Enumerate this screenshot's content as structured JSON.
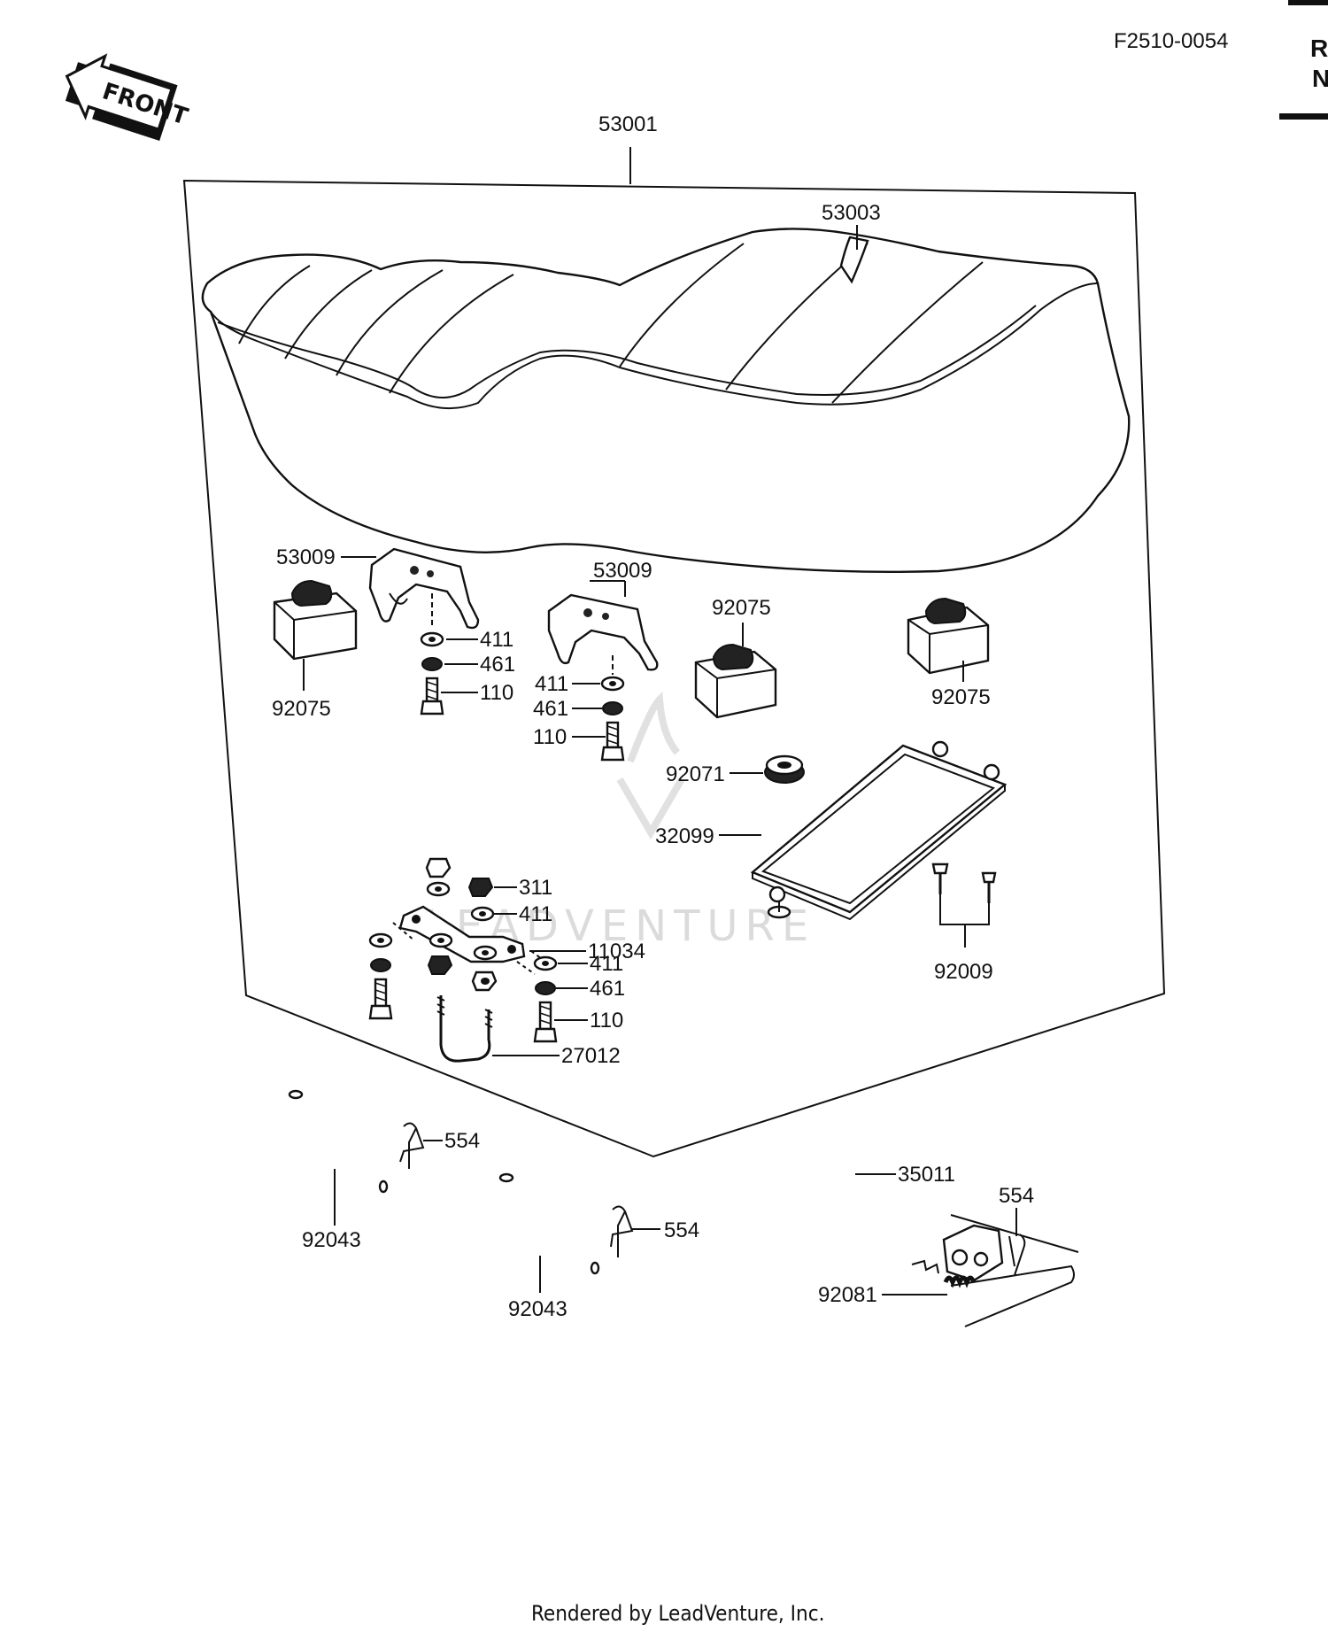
{
  "diagram_id": "F2510-0054",
  "front_badge": "FRONT",
  "edge_clipped_letters": [
    "R",
    "N"
  ],
  "watermark": "LEADVENTURE",
  "footer": "Rendered by LeadVenture, Inc.",
  "labels": {
    "seat_assy": "53001",
    "strap": "53003",
    "bracket_left": "53009",
    "bracket_mid": "53009",
    "damper_left": "92075",
    "damper_mid": "92075",
    "damper_right": "92075",
    "washer_a1": "411",
    "lockwasher_a1": "461",
    "bolt_a1": "110",
    "washer_a2": "411",
    "lockwasher_a2": "461",
    "bolt_a2": "110",
    "grommet": "92071",
    "tray": "32099",
    "nut_b": "311",
    "washer_b": "411",
    "plate": "11034",
    "washer_c": "411",
    "lockwasher_c": "461",
    "bolt_c": "110",
    "u_bolt": "27012",
    "screws": "92009",
    "pin_left": "92043",
    "clip_left": "554",
    "pin_mid": "92043",
    "clip_mid": "554",
    "lever": "35011",
    "clip_right": "554",
    "spring": "92081"
  }
}
